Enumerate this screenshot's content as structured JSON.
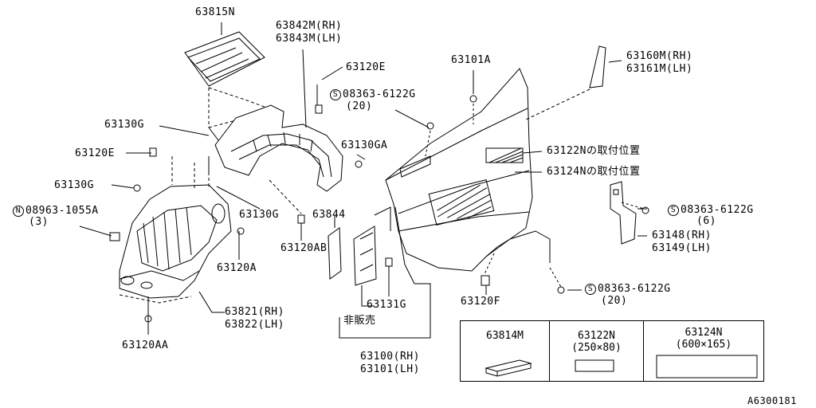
{
  "diagram_id": "A6300181",
  "labels": {
    "p63815N": "63815N",
    "p63842M": "63842M(RH)",
    "p63843M": "63843M(LH)",
    "p63120E_top": "63120E",
    "screw_s_top_code": "S",
    "screw_s_top": "08363-6122G",
    "screw_s_top_qty": "(20)",
    "p63101A": "63101A",
    "p63160M": "63160M(RH)",
    "p63161M": "63161M(LH)",
    "p63130G_top": "63130G",
    "p63120E_left": "63120E",
    "p63130GA": "63130GA",
    "p63122N_pos": "63122Nの取付位置",
    "p63124N_pos": "63124Nの取付位置",
    "p63130G_left": "63130G",
    "nut_n_code": "N",
    "nut_n": "08963-1055A",
    "nut_n_qty": "(3)",
    "p63130G_mid": "63130G",
    "p63844": "63844",
    "screw_s_right_code": "S",
    "screw_s_right": "08363-6122G",
    "screw_s_right_qty": "(6)",
    "p63148": "63148(RH)",
    "p63149": "63149(LH)",
    "p63120AB": "63120AB",
    "p63120A": "63120A",
    "p63131G": "63131G",
    "screw_s_low_code": "S",
    "screw_s_low": "08363-6122G",
    "screw_s_low_qty": "(20)",
    "p63120F": "63120F",
    "p63821": "63821(RH)",
    "p63822": "63822(LH)",
    "not_for_sale": "非販売",
    "p63120AA": "63120AA",
    "p63100": "63100(RH)",
    "p63101": "63101(LH)"
  },
  "table": {
    "col1_title": "63814M",
    "col2_title": "63122N",
    "col2_size": "(250×80)",
    "col3_title": "63124N",
    "col3_size": "(600×165)"
  }
}
